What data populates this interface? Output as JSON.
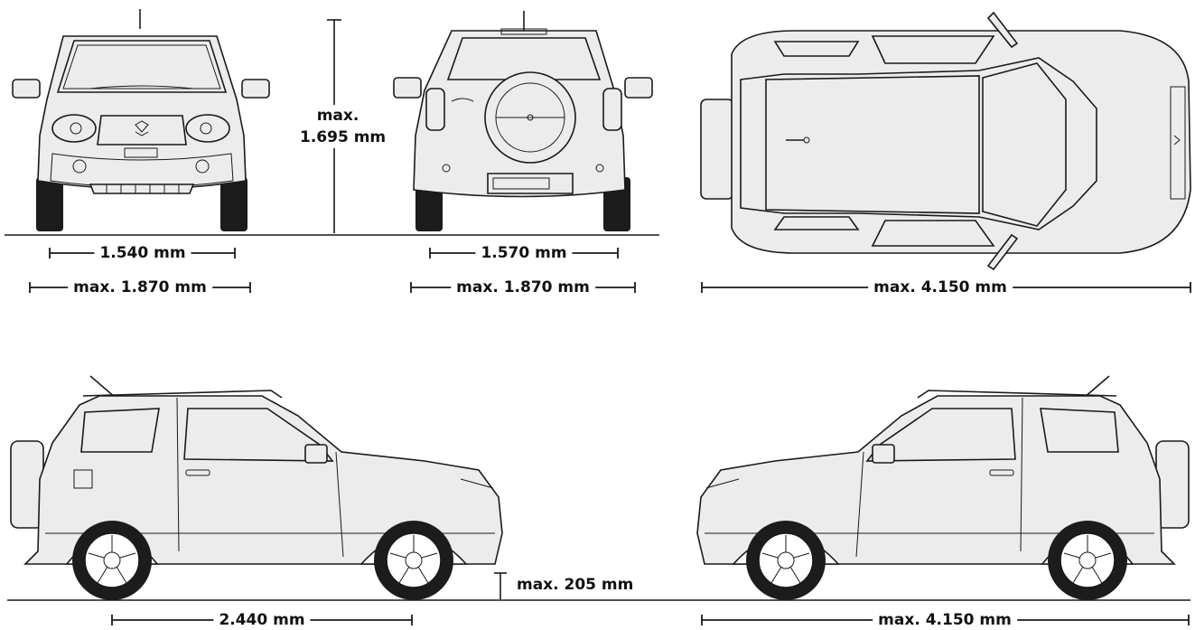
{
  "colors": {
    "line": "#1a1a1a",
    "fill": "#ececec",
    "tire": "#1c1c1c",
    "background": "#ffffff"
  },
  "labels": {
    "front_track": "1.540 mm",
    "front_width": "max. 1.870 mm",
    "height_line1": "max.",
    "height_line2": "1.695 mm",
    "rear_track": "1.570 mm",
    "rear_width": "max. 1.870 mm",
    "top_length": "max. 4.150 mm",
    "wheelbase": "2.440 mm",
    "ground_clearance": "max. 205 mm",
    "side_length": "max. 4.150 mm"
  }
}
